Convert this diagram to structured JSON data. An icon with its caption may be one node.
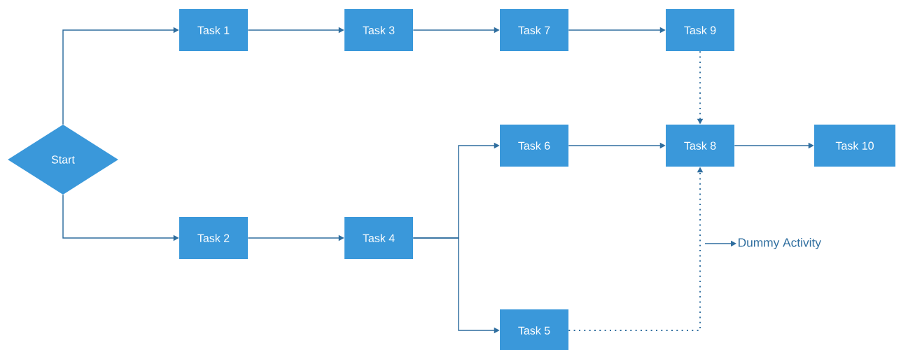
{
  "diagram": {
    "nodes": [
      {
        "text": [
          "Start"
        ]
      },
      {
        "text": [
          "Task 1"
        ]
      },
      {
        "text": [
          "Task 2"
        ]
      },
      {
        "text": [
          "Task 3"
        ]
      },
      {
        "text": [
          "Task 4"
        ]
      },
      {
        "text": [
          "Task 7"
        ]
      },
      {
        "text": [
          "Task 6"
        ]
      },
      {
        "text": [
          "Task 5"
        ]
      },
      {
        "text": [
          "Task 9"
        ]
      },
      {
        "text": [
          "Task 8"
        ]
      },
      {
        "text": [
          "Task 10"
        ]
      },
      {
        "text": [
          "Dummy Activity"
        ]
      }
    ],
    "edges": [
      {
        "from": 0,
        "to": 1,
        "arrow": "to"
      },
      {
        "from": 0,
        "to": 2,
        "arrow": "to"
      },
      {
        "from": 1,
        "to": 3,
        "arrow": "to"
      },
      {
        "from": 3,
        "to": 5,
        "arrow": "to"
      },
      {
        "from": 5,
        "to": 8,
        "arrow": "to"
      },
      {
        "from": 8,
        "to": 9,
        "arrow": "to",
        "style": "dashed"
      },
      {
        "from": 2,
        "to": 4,
        "arrow": "to"
      },
      {
        "from": 4,
        "to": 6,
        "arrow": "to"
      },
      {
        "from": 4,
        "to": 7,
        "arrow": "to"
      },
      {
        "from": 6,
        "to": 9,
        "arrow": "to"
      },
      {
        "from": 7,
        "to": 9,
        "arrow": "to",
        "style": "dashed"
      },
      {
        "from": 9,
        "to": 10,
        "arrow": "to"
      },
      {
        "from": null,
        "to": 11,
        "arrow": "to"
      }
    ]
  }
}
